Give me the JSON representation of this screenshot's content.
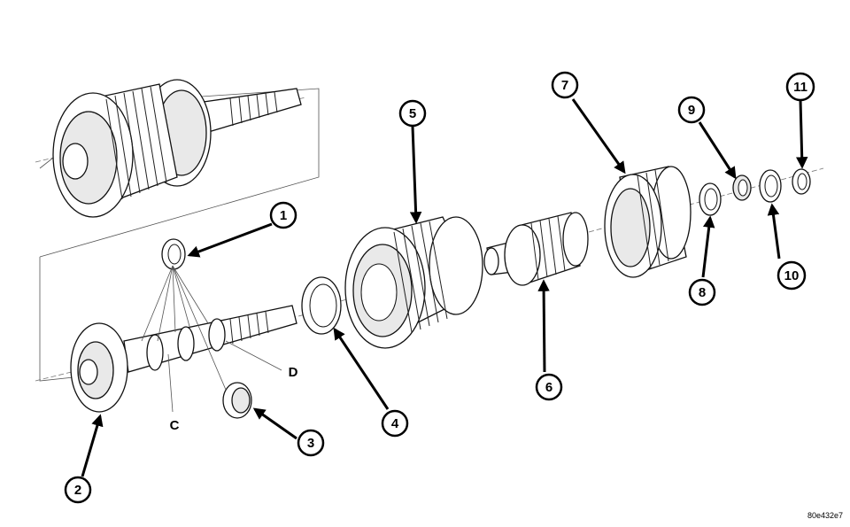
{
  "callouts": [
    {
      "id": "1",
      "label": "1"
    },
    {
      "id": "2",
      "label": "2"
    },
    {
      "id": "3",
      "label": "3"
    },
    {
      "id": "4",
      "label": "4"
    },
    {
      "id": "5",
      "label": "5"
    },
    {
      "id": "6",
      "label": "6"
    },
    {
      "id": "7",
      "label": "7"
    },
    {
      "id": "8",
      "label": "8"
    },
    {
      "id": "9",
      "label": "9"
    },
    {
      "id": "10",
      "label": "10"
    },
    {
      "id": "11",
      "label": "11"
    }
  ],
  "letters": {
    "c": "C",
    "d": "D"
  },
  "figure_code": "80e432e7"
}
